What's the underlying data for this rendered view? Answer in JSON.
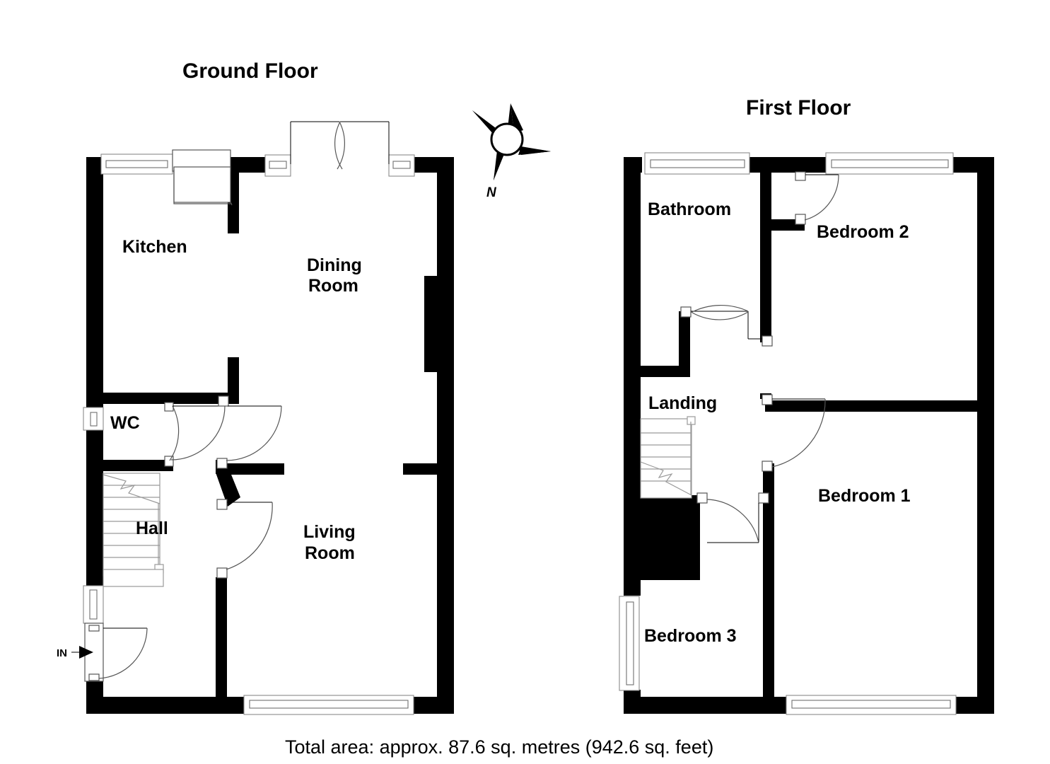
{
  "document": {
    "type": "floor-plan",
    "footer": "Total area: approx. 87.6 sq. metres (942.6 sq. feet)"
  },
  "floors": [
    {
      "id": "ground",
      "title": "Ground Floor",
      "rooms": [
        {
          "name": "Kitchen",
          "label": "Kitchen"
        },
        {
          "name": "Dining Room",
          "label_line1": "Dining",
          "label_line2": "Room"
        },
        {
          "name": "WC",
          "label": "WC"
        },
        {
          "name": "Hall",
          "label": "Hall"
        },
        {
          "name": "Living Room",
          "label_line1": "Living",
          "label_line2": "Room"
        }
      ],
      "entrance_marker": "IN"
    },
    {
      "id": "first",
      "title": "First Floor",
      "rooms": [
        {
          "name": "Bathroom",
          "label": "Bathroom"
        },
        {
          "name": "Bedroom 2",
          "label": "Bedroom 2"
        },
        {
          "name": "Landing",
          "label": "Landing"
        },
        {
          "name": "Bedroom 1",
          "label": "Bedroom 1"
        },
        {
          "name": "Bedroom 3",
          "label": "Bedroom 3"
        }
      ]
    }
  ],
  "compass": {
    "label": "N"
  },
  "colors": {
    "wall": "#000000",
    "background": "#ffffff",
    "line": "#555555",
    "text": "#000000"
  }
}
